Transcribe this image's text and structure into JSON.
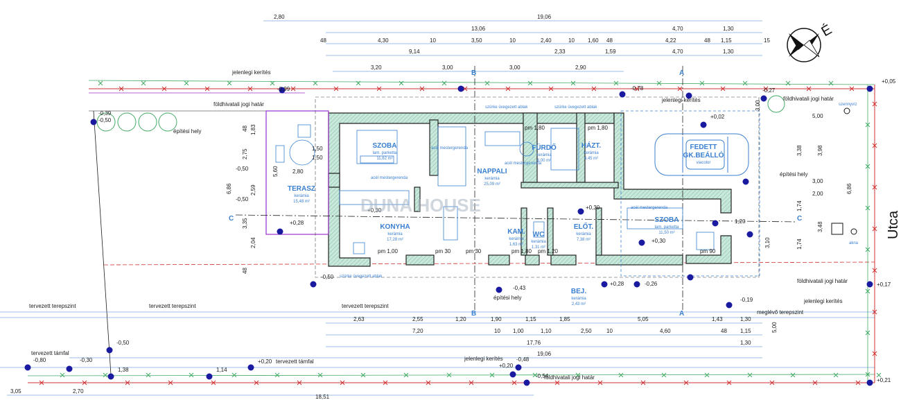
{
  "north_label": "É",
  "street_label": "Utca",
  "watermark": "DUNA HOUSE",
  "top_dims": [
    {
      "t": "2,80"
    },
    {
      "t": "19,06"
    },
    {
      "t": "13,06"
    },
    {
      "t": "4,70"
    },
    {
      "t": "1,30"
    },
    {
      "t": "48"
    },
    {
      "t": "4,30"
    },
    {
      "t": "10"
    },
    {
      "t": "3,50"
    },
    {
      "t": "10"
    },
    {
      "t": "2,40"
    },
    {
      "t": "10"
    },
    {
      "t": "1,60"
    },
    {
      "t": "48"
    },
    {
      "t": "4,22"
    },
    {
      "t": "48"
    },
    {
      "t": "1,15"
    },
    {
      "t": "15"
    },
    {
      "t": "9,14"
    },
    {
      "t": "2,33"
    },
    {
      "t": "1,59"
    },
    {
      "t": "4,70"
    },
    {
      "t": "1,30"
    },
    {
      "t": "3,20"
    },
    {
      "t": "3,00"
    },
    {
      "t": "3,00"
    },
    {
      "t": "2,90"
    }
  ],
  "bottom_dims": [
    {
      "t": "2,63"
    },
    {
      "t": "2,55"
    },
    {
      "t": "1,20"
    },
    {
      "t": "1,90"
    },
    {
      "t": "1,15"
    },
    {
      "t": "1,85"
    },
    {
      "t": "5,05"
    },
    {
      "t": "1,43"
    },
    {
      "t": "1,30"
    },
    {
      "t": "7,20"
    },
    {
      "t": "10"
    },
    {
      "t": "1,00"
    },
    {
      "t": "1,10"
    },
    {
      "t": "2,50"
    },
    {
      "t": "10"
    },
    {
      "t": "4,60"
    },
    {
      "t": "48"
    },
    {
      "t": "1,15"
    },
    {
      "t": "17,76"
    },
    {
      "t": "1,30"
    },
    {
      "t": "19,06"
    },
    {
      "t": "3,05"
    },
    {
      "t": "2,70"
    },
    {
      "t": "18,51"
    }
  ],
  "left_dims": [
    {
      "t": "48"
    },
    {
      "t": "1,83"
    },
    {
      "t": "2,75"
    },
    {
      "t": "-0,50"
    },
    {
      "t": "6,86"
    },
    {
      "t": "-0,50"
    },
    {
      "t": "3,35"
    },
    {
      "t": "2,04"
    },
    {
      "t": "48"
    },
    {
      "t": "5,60"
    },
    {
      "t": "2,80"
    },
    {
      "t": "1,50"
    },
    {
      "t": "1,50"
    },
    {
      "t": "2,59"
    }
  ],
  "right_dims": [
    {
      "t": "3,00"
    },
    {
      "t": "5,00"
    },
    {
      "t": "3,38"
    },
    {
      "t": "3,98"
    },
    {
      "t": "6,86"
    },
    {
      "t": "3,00"
    },
    {
      "t": "1,74"
    },
    {
      "t": "3,48"
    },
    {
      "t": "1,74"
    },
    {
      "t": "3,10"
    },
    {
      "t": "2,00"
    },
    {
      "t": "5,00"
    },
    {
      "t": "1,20"
    }
  ],
  "rooms": [
    {
      "name": "SZOBA",
      "sub1": "lam. parketta",
      "sub2": "11,62 m²"
    },
    {
      "name": "NAPPALI",
      "sub1": "kerámia",
      "sub2": "25,09 m²"
    },
    {
      "name": "FÜRDŐ",
      "sub1": "kerámia",
      "sub2": "6,00 m²"
    },
    {
      "name": "HÁZT.",
      "sub1": "kerámia",
      "sub2": "4,45 m²"
    },
    {
      "name": "FEDETT",
      "sub1": "GK.BEÁLLÓ",
      "sub2": "viacolor"
    },
    {
      "name": "TERASZ",
      "sub1": "kerámia",
      "sub2": "15,48 m²"
    },
    {
      "name": "KONYHA",
      "sub1": "kerámia",
      "sub2": "17,28 m²"
    },
    {
      "name": "KAM.",
      "sub1": "kerámia",
      "sub2": "1,63 m²"
    },
    {
      "name": "WC",
      "sub1": "kerámia",
      "sub2": "1,31 m²"
    },
    {
      "name": "ELŐT.",
      "sub1": "kerámia",
      "sub2": "7,38 m²"
    },
    {
      "name": "SZOBA",
      "sub1": "lam. parketta",
      "sub2": "11,50 m²"
    },
    {
      "name": "BEJ.",
      "sub1": "kerámia",
      "sub2": "2,43 m²"
    }
  ],
  "labels": {
    "jelenlegi_kerites": "jelenlegi kerítés",
    "foldhivatali": "földhivatali jogi határ",
    "epitesi_hely": "építési hely",
    "tervezett_terepszint": "tervezett terepszint",
    "meglevo_terepszint": "meglévő terepszint",
    "tervezett_tamfal": "tervezett támfal",
    "acel": "acél mestergerenda",
    "szurke": "szürke üvegezett ablak",
    "pm180": "pm 1,80",
    "pm100": "pm 1,00",
    "pm30": "pm 30",
    "pm90": "pm 90",
    "pm120": "pm 1,20",
    "szennyviz": "szennyvíz",
    "akna": "akna"
  },
  "levels": {
    "l1": "+0,05",
    "l2": "-0,78",
    "l3": "+0,02",
    "l4": "+0,30",
    "l5": "+0,30",
    "l6": "+0,28",
    "l7": "+0,28",
    "l8": "-0,26",
    "l9": "-0,43",
    "l10": "-0,19",
    "l11": "+0,17",
    "l12": "+0,21",
    "l13": "-0,50",
    "l14": "-0,80",
    "l15": "-0,30",
    "l16": "1,38",
    "l17": "1,14",
    "l18": "+0,20",
    "l19": "-0,48",
    "l20": "-0,54",
    "l21": "+0,20",
    "l22": "-0,50",
    "l23": "-0,99",
    "l24": "-0,39",
    "l25": "-0,50",
    "l26": "-0,27",
    "l27": "+0,30"
  },
  "section_marks": {
    "a": "A",
    "b": "B",
    "c": "C"
  },
  "colors": {
    "wall": "#bde3d3",
    "blue": "#3a7fd0",
    "red": "#d03030",
    "green": "#44aa66",
    "purple": "#9933cc",
    "navy": "#1a1aa0"
  }
}
